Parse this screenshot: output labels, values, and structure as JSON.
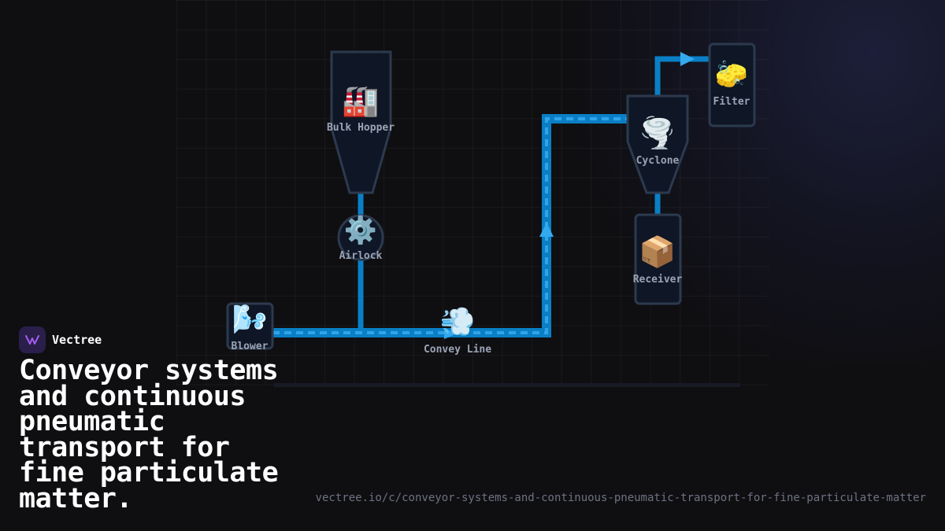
{
  "brand": {
    "name": "Vectree"
  },
  "headline": "Conveyor systems and continuous pneumatic transport for fine particulate matter.",
  "url": "vectree.io/c/conveyor-systems-and-continuous-pneumatic-transport-for-fine-particulate-matter",
  "colors": {
    "pipe": "#0a7fc6",
    "pipe_dash": "#2fa4ea",
    "arrow": "#33aaf0",
    "node_fill": "#0f1626",
    "node_stroke": "#2c3a4e",
    "brand_logo_bg": "#2a1f4a",
    "brand_logo_mark": "#a55cf0"
  },
  "nodes": {
    "bulk_hopper": {
      "label": "Bulk Hopper",
      "icon": "🏭",
      "icon_name": "factory-icon"
    },
    "airlock": {
      "label": "Airlock",
      "icon": "⚙️",
      "icon_name": "gear-icon"
    },
    "blower": {
      "label": "Blower",
      "icon": "🌬️",
      "icon_name": "wind-face-icon"
    },
    "convey_line": {
      "label": "Convey Line",
      "icon": "💨",
      "icon_name": "dash-air-icon"
    },
    "cyclone": {
      "label": "Cyclone",
      "icon": "🌪️",
      "icon_name": "tornado-icon"
    },
    "receiver": {
      "label": "Receiver",
      "icon": "📦",
      "icon_name": "package-icon"
    },
    "filter": {
      "label": "Filter",
      "icon": "🧽",
      "icon_name": "sponge-icon"
    }
  }
}
